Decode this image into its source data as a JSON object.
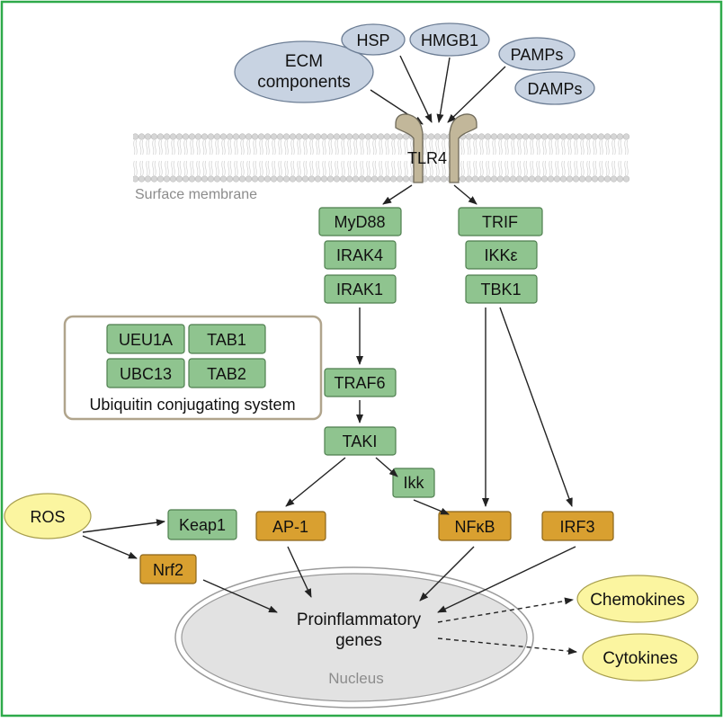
{
  "ligands": {
    "ecm_line1": "ECM",
    "ecm_line2": "components",
    "hsp": "HSP",
    "hmgb1": "HMGB1",
    "pamps": "PAMPs",
    "damps": "DAMPs"
  },
  "membrane": {
    "receptor": "TLR4",
    "label": "Surface membrane"
  },
  "myd88_pathway": {
    "myd88": "MyD88",
    "irak4": "IRAK4",
    "irak1": "IRAK1",
    "traf6": "TRAF6",
    "taki": "TAKI",
    "ikk": "Ikk"
  },
  "trif_pathway": {
    "trif": "TRIF",
    "ikke": "IKKε",
    "tbk1": "TBK1"
  },
  "ubiquitin": {
    "ueu1a": "UEU1A",
    "tab1": "TAB1",
    "ubc13": "UBC13",
    "tab2": "TAB2",
    "label": "Ubiquitin conjugating system"
  },
  "transcription_factors": {
    "ap1": "AP-1",
    "nfkb": "NFκB",
    "irf3": "IRF3",
    "nrf2": "Nrf2"
  },
  "oxidative": {
    "ros": "ROS",
    "keap1": "Keap1"
  },
  "nucleus": {
    "genes_line1": "Proinflammatory",
    "genes_line2": "genes",
    "label": "Nucleus"
  },
  "outputs": {
    "chemokines": "Chemokines",
    "cytokines": "Cytokines"
  },
  "colors": {
    "border": "#2eaa4a",
    "ligand_fill": "#c8d3e2",
    "protein_fill": "#8fc48f",
    "factor_fill": "#d9a030",
    "output_fill": "#fbf5a0",
    "receptor_fill": "#c2b79a"
  }
}
